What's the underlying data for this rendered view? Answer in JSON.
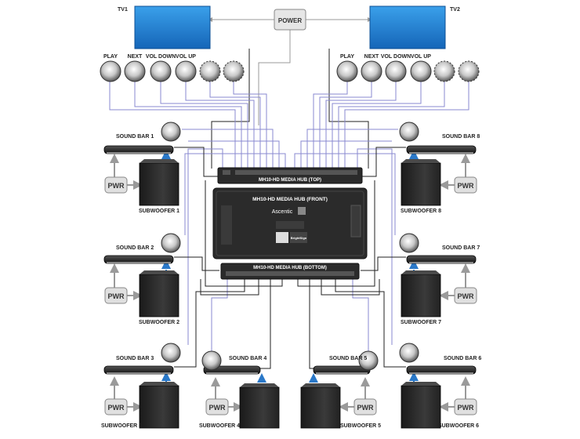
{
  "power": {
    "label": "POWER"
  },
  "tvs": [
    {
      "label": "TV1"
    },
    {
      "label": "TV2"
    }
  ],
  "remote_buttons": {
    "left": [
      "PLAY",
      "NEXT",
      "VOL DOWN",
      "VOL UP"
    ],
    "right": [
      "PLAY",
      "NEXT",
      "VOL DOWN",
      "VOL UP"
    ]
  },
  "hub": {
    "top": "MH10-HD MEDIA HUB (TOP)",
    "front": "MH10-HD MEDIA HUB (FRONT)",
    "bottom": "MH10-HD MEDIA HUB (BOTTOM)",
    "brand": "Ascentic",
    "badge": "BrightSign"
  },
  "pwr_label": "PWR",
  "zones": [
    {
      "soundbar": "SOUND BAR 1",
      "subwoofer": "SUBWOOFER 1"
    },
    {
      "soundbar": "SOUND BAR 2",
      "subwoofer": "SUBWOOFER 2"
    },
    {
      "soundbar": "SOUND BAR 3",
      "subwoofer": "SUBWOOFER 3"
    },
    {
      "soundbar": "SOUND BAR 4",
      "subwoofer": "SUBWOOFER 4"
    },
    {
      "soundbar": "SOUND BAR 5",
      "subwoofer": "SUBWOOFER 5"
    },
    {
      "soundbar": "SOUND BAR 6",
      "subwoofer": "SUBWOOFER 6"
    },
    {
      "soundbar": "SOUND BAR 7",
      "subwoofer": "SUBWOOFER 7"
    },
    {
      "soundbar": "SOUND BAR 8",
      "subwoofer": "SUBWOOFER 8"
    }
  ],
  "colors": {
    "tv_screen": "#1e88d6",
    "button_wire": "#8a8ad0",
    "power_wire": "#9a9a9a",
    "data_wire": "#222222",
    "signal_arrow": "#2a78c8",
    "hub_body": "#2b2b2b"
  }
}
